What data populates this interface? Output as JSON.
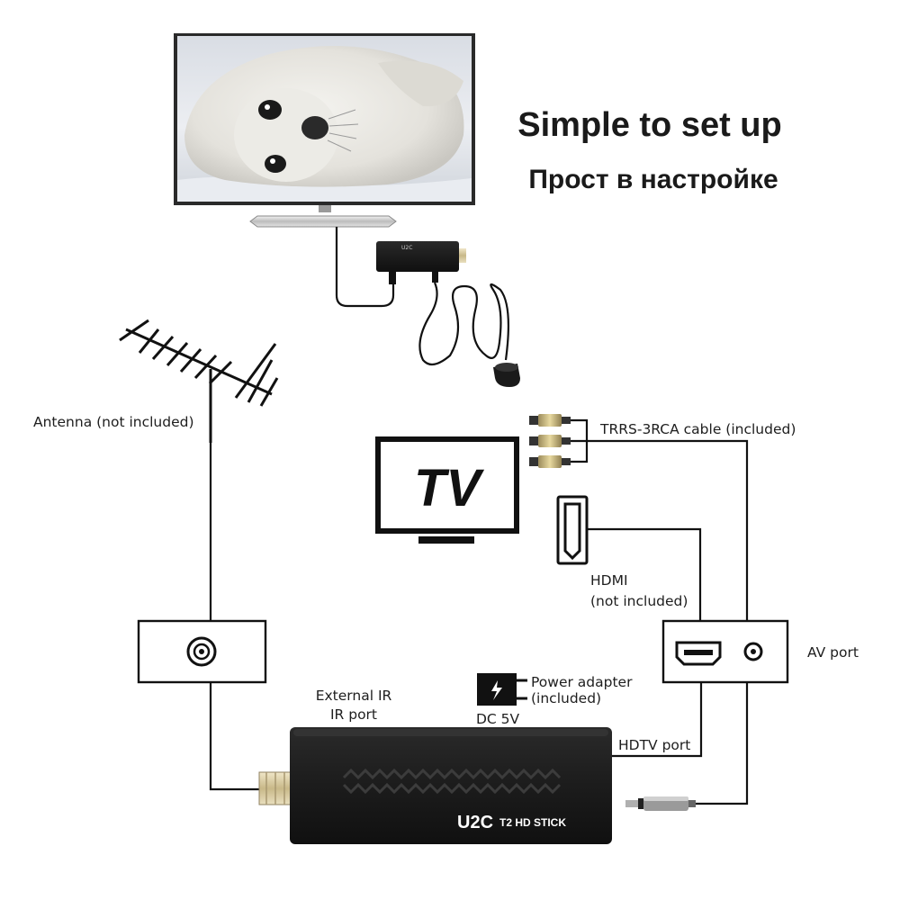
{
  "headline": {
    "title_en": "Simple to set up",
    "title_ru": "Прост в настройке"
  },
  "tv_icon_text": "TV",
  "labels": {
    "antenna": "Antenna (not included)",
    "trrs_cable": "TRRS-3RCA cable (included)",
    "hdmi_line1": "HDMI",
    "hdmi_line2": "(not included)",
    "av_port": "AV port",
    "external_ir_line1": "External IR",
    "external_ir_line2": "IR port",
    "power_line1": "Power adapter",
    "power_line2": "(included)",
    "dc": "DC 5V",
    "hdtv_port": "HDTV port"
  },
  "device": {
    "brand": "U2C",
    "model": "T2 HD STICK",
    "small_brand": "U2C"
  },
  "colors": {
    "device_body": "#1b1b1b",
    "line": "#111111",
    "tv_frame": "#2a2a2a",
    "stand_silver": "#c9c9c9"
  }
}
